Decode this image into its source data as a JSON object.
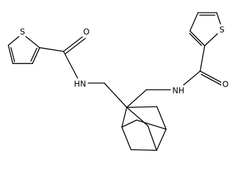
{
  "molecule": {
    "atom_labels": {
      "s_left": "S",
      "o_left": "O",
      "nh_left": "HN",
      "nh_right": "NH",
      "s_right": "S",
      "o_right": "O"
    }
  }
}
